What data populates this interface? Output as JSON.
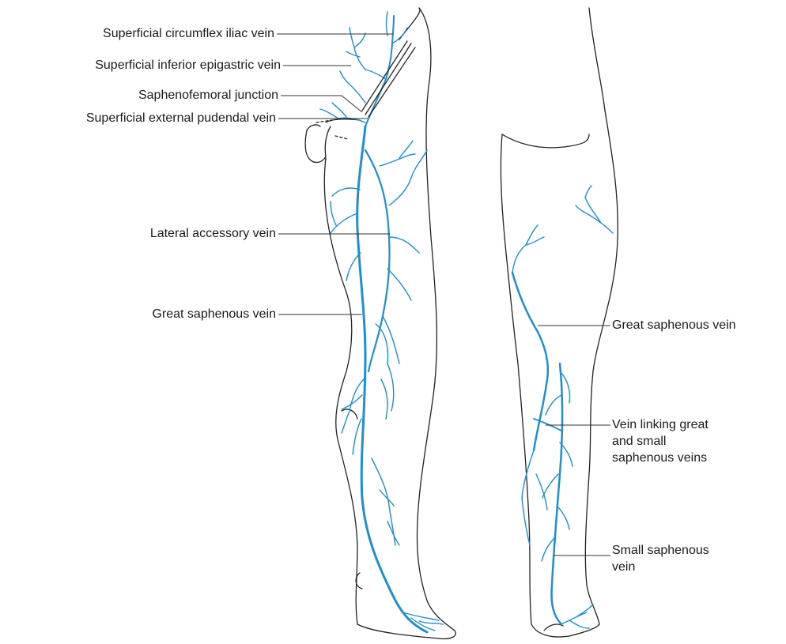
{
  "colors": {
    "vein": "#1f8fd0",
    "outline": "#222222",
    "text": "#1a1a1a"
  },
  "labels": {
    "superficial_circumflex_iliac": "Superficial circumflex iliac vein",
    "superficial_inferior_epigastric": "Superficial inferior epigastric vein",
    "saphenofemoral_junction": "Saphenofemoral junction",
    "superficial_external_pudendal": "Superficial external pudendal vein",
    "lateral_accessory": "Lateral accessory vein",
    "great_saphenous_front": "Great saphenous vein",
    "great_saphenous_back": "Great saphenous vein",
    "linking_vein_line1": "Vein linking great",
    "linking_vein_line2": "and small",
    "linking_vein_line3": "saphenous veins",
    "small_saphenous_line1": "Small saphenous",
    "small_saphenous_line2": "vein"
  }
}
